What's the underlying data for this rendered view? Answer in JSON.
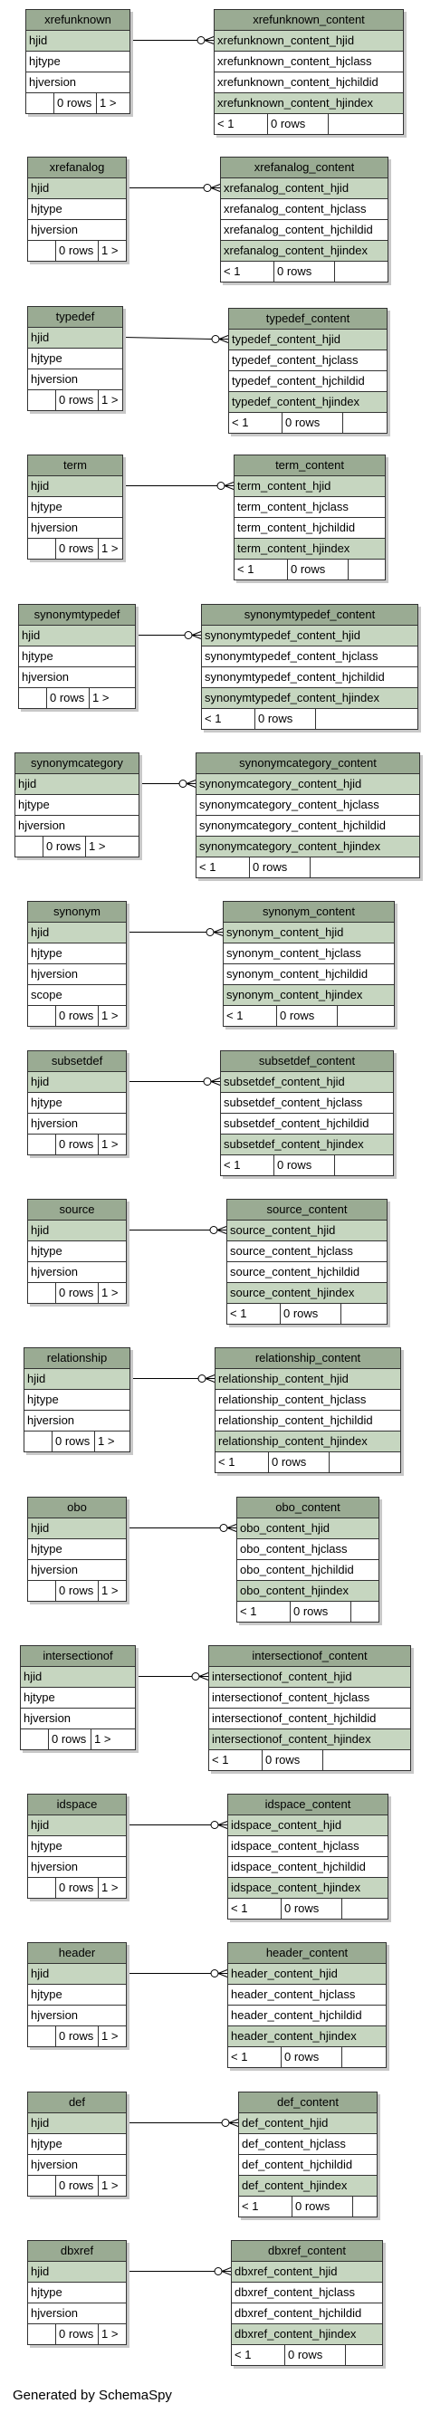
{
  "footer": "Generated by SchemaSpy",
  "pairs": [
    {
      "parent": {
        "name": "xrefunknown",
        "columns": [
          "hjid",
          "hjtype",
          "hjversion"
        ],
        "rows": "0 rows",
        "children": "1 >"
      },
      "child": {
        "name": "xrefunknown_content",
        "columns": [
          "xrefunknown_content_hjid",
          "xrefunknown_content_hjclass",
          "xrefunknown_content_hjchildid",
          "xrefunknown_content_hjindex"
        ],
        "parents": "< 1",
        "rows": "0 rows"
      }
    },
    {
      "parent": {
        "name": "xrefanalog",
        "columns": [
          "hjid",
          "hjtype",
          "hjversion"
        ],
        "rows": "0 rows",
        "children": "1 >"
      },
      "child": {
        "name": "xrefanalog_content",
        "columns": [
          "xrefanalog_content_hjid",
          "xrefanalog_content_hjclass",
          "xrefanalog_content_hjchildid",
          "xrefanalog_content_hjindex"
        ],
        "parents": "< 1",
        "rows": "0 rows"
      }
    },
    {
      "parent": {
        "name": "typedef",
        "columns": [
          "hjid",
          "hjtype",
          "hjversion"
        ],
        "rows": "0 rows",
        "children": "1 >"
      },
      "child": {
        "name": "typedef_content",
        "columns": [
          "typedef_content_hjid",
          "typedef_content_hjclass",
          "typedef_content_hjchildid",
          "typedef_content_hjindex"
        ],
        "parents": "< 1",
        "rows": "0 rows"
      }
    },
    {
      "parent": {
        "name": "term",
        "columns": [
          "hjid",
          "hjtype",
          "hjversion"
        ],
        "rows": "0 rows",
        "children": "1 >"
      },
      "child": {
        "name": "term_content",
        "columns": [
          "term_content_hjid",
          "term_content_hjclass",
          "term_content_hjchildid",
          "term_content_hjindex"
        ],
        "parents": "< 1",
        "rows": "0 rows"
      }
    },
    {
      "parent": {
        "name": "synonymtypedef",
        "columns": [
          "hjid",
          "hjtype",
          "hjversion"
        ],
        "rows": "0 rows",
        "children": "1 >"
      },
      "child": {
        "name": "synonymtypedef_content",
        "columns": [
          "synonymtypedef_content_hjid",
          "synonymtypedef_content_hjclass",
          "synonymtypedef_content_hjchildid",
          "synonymtypedef_content_hjindex"
        ],
        "parents": "< 1",
        "rows": "0 rows"
      }
    },
    {
      "parent": {
        "name": "synonymcategory",
        "columns": [
          "hjid",
          "hjtype",
          "hjversion"
        ],
        "rows": "0 rows",
        "children": "1 >"
      },
      "child": {
        "name": "synonymcategory_content",
        "columns": [
          "synonymcategory_content_hjid",
          "synonymcategory_content_hjclass",
          "synonymcategory_content_hjchildid",
          "synonymcategory_content_hjindex"
        ],
        "parents": "< 1",
        "rows": "0 rows"
      }
    },
    {
      "parent": {
        "name": "synonym",
        "columns": [
          "hjid",
          "hjtype",
          "hjversion",
          "scope"
        ],
        "rows": "0 rows",
        "children": "1 >"
      },
      "child": {
        "name": "synonym_content",
        "columns": [
          "synonym_content_hjid",
          "synonym_content_hjclass",
          "synonym_content_hjchildid",
          "synonym_content_hjindex"
        ],
        "parents": "< 1",
        "rows": "0 rows"
      }
    },
    {
      "parent": {
        "name": "subsetdef",
        "columns": [
          "hjid",
          "hjtype",
          "hjversion"
        ],
        "rows": "0 rows",
        "children": "1 >"
      },
      "child": {
        "name": "subsetdef_content",
        "columns": [
          "subsetdef_content_hjid",
          "subsetdef_content_hjclass",
          "subsetdef_content_hjchildid",
          "subsetdef_content_hjindex"
        ],
        "parents": "< 1",
        "rows": "0 rows"
      }
    },
    {
      "parent": {
        "name": "source",
        "columns": [
          "hjid",
          "hjtype",
          "hjversion"
        ],
        "rows": "0 rows",
        "children": "1 >"
      },
      "child": {
        "name": "source_content",
        "columns": [
          "source_content_hjid",
          "source_content_hjclass",
          "source_content_hjchildid",
          "source_content_hjindex"
        ],
        "parents": "< 1",
        "rows": "0 rows"
      }
    },
    {
      "parent": {
        "name": "relationship",
        "columns": [
          "hjid",
          "hjtype",
          "hjversion"
        ],
        "rows": "0 rows",
        "children": "1 >"
      },
      "child": {
        "name": "relationship_content",
        "columns": [
          "relationship_content_hjid",
          "relationship_content_hjclass",
          "relationship_content_hjchildid",
          "relationship_content_hjindex"
        ],
        "parents": "< 1",
        "rows": "0 rows"
      }
    },
    {
      "parent": {
        "name": "obo",
        "columns": [
          "hjid",
          "hjtype",
          "hjversion"
        ],
        "rows": "0 rows",
        "children": "1 >"
      },
      "child": {
        "name": "obo_content",
        "columns": [
          "obo_content_hjid",
          "obo_content_hjclass",
          "obo_content_hjchildid",
          "obo_content_hjindex"
        ],
        "parents": "< 1",
        "rows": "0 rows"
      }
    },
    {
      "parent": {
        "name": "intersectionof",
        "columns": [
          "hjid",
          "hjtype",
          "hjversion"
        ],
        "rows": "0 rows",
        "children": "1 >"
      },
      "child": {
        "name": "intersectionof_content",
        "columns": [
          "intersectionof_content_hjid",
          "intersectionof_content_hjclass",
          "intersectionof_content_hjchildid",
          "intersectionof_content_hjindex"
        ],
        "parents": "< 1",
        "rows": "0 rows"
      }
    },
    {
      "parent": {
        "name": "idspace",
        "columns": [
          "hjid",
          "hjtype",
          "hjversion"
        ],
        "rows": "0 rows",
        "children": "1 >"
      },
      "child": {
        "name": "idspace_content",
        "columns": [
          "idspace_content_hjid",
          "idspace_content_hjclass",
          "idspace_content_hjchildid",
          "idspace_content_hjindex"
        ],
        "parents": "< 1",
        "rows": "0 rows"
      }
    },
    {
      "parent": {
        "name": "header",
        "columns": [
          "hjid",
          "hjtype",
          "hjversion"
        ],
        "rows": "0 rows",
        "children": "1 >"
      },
      "child": {
        "name": "header_content",
        "columns": [
          "header_content_hjid",
          "header_content_hjclass",
          "header_content_hjchildid",
          "header_content_hjindex"
        ],
        "parents": "< 1",
        "rows": "0 rows"
      }
    },
    {
      "parent": {
        "name": "def",
        "columns": [
          "hjid",
          "hjtype",
          "hjversion"
        ],
        "rows": "0 rows",
        "children": "1 >"
      },
      "child": {
        "name": "def_content",
        "columns": [
          "def_content_hjid",
          "def_content_hjclass",
          "def_content_hjchildid",
          "def_content_hjindex"
        ],
        "parents": "< 1",
        "rows": "0 rows"
      }
    },
    {
      "parent": {
        "name": "dbxref",
        "columns": [
          "hjid",
          "hjtype",
          "hjversion"
        ],
        "rows": "0 rows",
        "children": "1 >"
      },
      "child": {
        "name": "dbxref_content",
        "columns": [
          "dbxref_content_hjid",
          "dbxref_content_hjclass",
          "dbxref_content_hjchildid",
          "dbxref_content_hjindex"
        ],
        "parents": "< 1",
        "rows": "0 rows"
      }
    }
  ]
}
